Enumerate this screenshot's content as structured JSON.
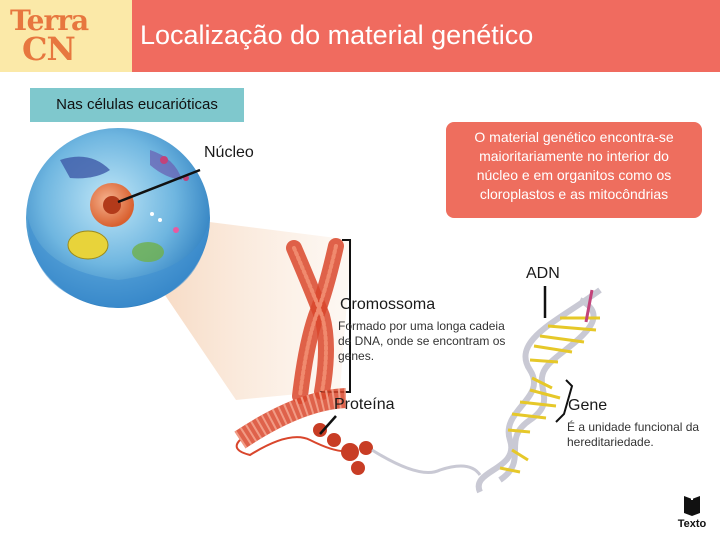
{
  "header": {
    "logo_line1": "Terra",
    "logo_line2": "CN",
    "title": "Localização do material genético"
  },
  "section_tag": "Nas células eucarióticas",
  "callout": {
    "line1": "O material genético encontra-se",
    "line2": "maioritariamente no interior do",
    "line3": "núcleo e em organitos como os",
    "line4": "cloroplastos e as mitocôndrias"
  },
  "labels": {
    "nucleo": "Núcleo",
    "adn": "ADN",
    "cromossoma": "Cromossoma",
    "cromossoma_desc": "Formado por uma longa cadeia de DNA, onde se encontram os genes.",
    "proteina": "Proteína",
    "gene": "Gene",
    "gene_desc": "É a unidade funcional da hereditariedade."
  },
  "brand": {
    "text": "Texto"
  },
  "colors": {
    "header": "#f06b5f",
    "logo_bg": "#fbe9a8",
    "logo_text": "#e7773f",
    "section_tag": "#7fc8cd",
    "callout": "#ee6e5e",
    "chromosome": "#d9462c",
    "dna_backbone": "#c9c9d4",
    "dna_rungs": "#e6c829"
  },
  "icons": [
    "cell-illustration",
    "chromosome-illustration",
    "dna-helix-illustration",
    "chromatin-fiber-illustration",
    "texto-book-icon"
  ]
}
